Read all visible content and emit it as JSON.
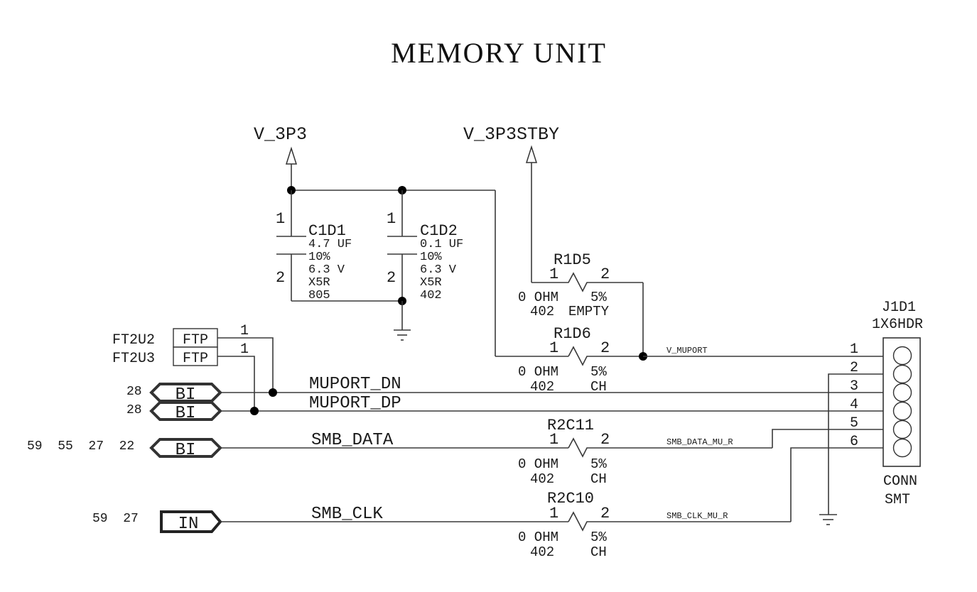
{
  "title": "MEMORY UNIT",
  "power": {
    "v3p3": "V_3P3",
    "v3p3stby": "V_3P3STBY"
  },
  "capacitors": [
    {
      "ref": "C1D1",
      "pin1": "1",
      "pin2": "2",
      "value": "4.7 UF",
      "tol": "10%",
      "voltage": "6.3 V",
      "dielectric": "X5R",
      "pkg": "805"
    },
    {
      "ref": "C1D2",
      "pin1": "1",
      "pin2": "2",
      "value": "0.1 UF",
      "tol": "10%",
      "voltage": "6.3 V",
      "dielectric": "X5R",
      "pkg": "402"
    }
  ],
  "resistors": [
    {
      "ref": "R1D5",
      "pin1": "1",
      "pin2": "2",
      "value": "0 OHM",
      "tol": "5%",
      "pkg": "402",
      "status": "EMPTY"
    },
    {
      "ref": "R1D6",
      "pin1": "1",
      "pin2": "2",
      "value": "0 OHM",
      "tol": "5%",
      "pkg": "402",
      "status": "CH"
    },
    {
      "ref": "R2C11",
      "pin1": "1",
      "pin2": "2",
      "value": "0 OHM",
      "tol": "5%",
      "pkg": "402",
      "status": "CH"
    },
    {
      "ref": "R2C10",
      "pin1": "1",
      "pin2": "2",
      "value": "0 OHM",
      "tol": "5%",
      "pkg": "402",
      "status": "CH"
    }
  ],
  "testpoints": [
    {
      "ref": "FT2U2",
      "label": "FTP",
      "pin": "1"
    },
    {
      "ref": "FT2U3",
      "label": "FTP",
      "pin": "1"
    }
  ],
  "ports": [
    {
      "type": "BI",
      "pages": "28",
      "net": "MUPORT_DN"
    },
    {
      "type": "BI",
      "pages": "28",
      "net": "MUPORT_DP"
    },
    {
      "type": "BI",
      "pages": "59  55  27  22",
      "net": "SMB_DATA"
    },
    {
      "type": "IN",
      "pages": "59  27",
      "net": "SMB_CLK"
    }
  ],
  "nets": {
    "v_muport": "V_MUPORT",
    "smb_data_mu_r": "SMB_DATA_MU_R",
    "smb_clk_mu_r": "SMB_CLK_MU_R"
  },
  "connector": {
    "ref": "J1D1",
    "part": "1X6HDR",
    "type1": "CONN",
    "type2": "SMT",
    "pins": [
      "1",
      "2",
      "3",
      "4",
      "5",
      "6"
    ]
  }
}
